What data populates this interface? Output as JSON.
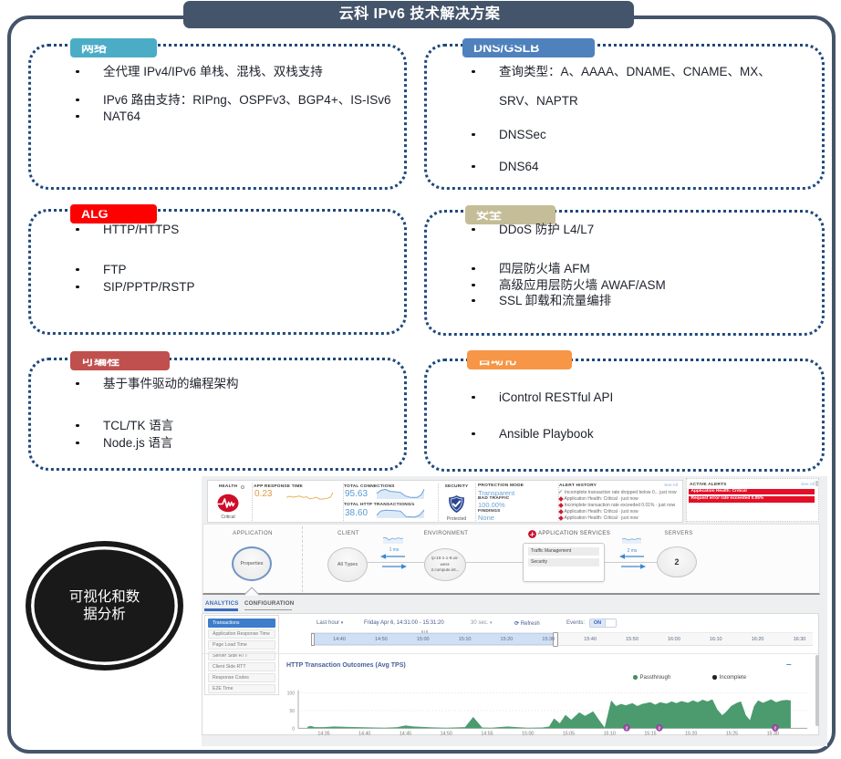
{
  "slide": {
    "title": "云科 IPv6 技术解决方案",
    "ellipse_lines": [
      "可视化和数",
      "据分析"
    ],
    "accent_colors": {
      "frame": "#44546A",
      "box_border": "#1F497D"
    },
    "feature_boxes": [
      {
        "id": "network",
        "label": "网络",
        "color": "#4BACC6",
        "lines": [
          {
            "text": "全代理 IPv4/IPv6 单栈、混栈、双栈支持",
            "bullet": true,
            "top": 23
          },
          {
            "text": "IPv6 路由支持：RIPng、OSPFv3、BGP4+、IS-ISv6",
            "bullet": true,
            "top": 54
          },
          {
            "text": "NAT64",
            "bullet": true,
            "top": 72
          }
        ]
      },
      {
        "id": "dns-gslb",
        "label": "DNS/GSLB",
        "color": "#4F81BD",
        "lines": [
          {
            "text": "查询类型：A、AAAA、DNAME、CNAME、MX、",
            "bullet": true,
            "top": 23
          },
          {
            "text": "SRV、NAPTR",
            "bullet": false,
            "top": 55
          },
          {
            "text": "DNSSec",
            "bullet": true,
            "top": 92
          },
          {
            "text": "DNS64",
            "bullet": true,
            "top": 127
          }
        ]
      },
      {
        "id": "alg",
        "label": "ALG",
        "color": "#FF0000",
        "lines": [
          {
            "text": "HTTP/HTTPS",
            "bullet": true,
            "top": 15
          },
          {
            "text": "FTP",
            "bullet": true,
            "top": 59
          },
          {
            "text": "SIP/PPTP/RSTP",
            "bullet": true,
            "top": 78
          }
        ]
      },
      {
        "id": "security",
        "label": "安全",
        "color": "#C4BD97",
        "lines": [
          {
            "text": "DDoS 防护 L4/L7",
            "bullet": true,
            "top": 14
          },
          {
            "text": "四层防火墙 AFM",
            "bullet": true,
            "top": 57
          },
          {
            "text": "高级应用层防火墙 AWAF/ASM",
            "bullet": true,
            "top": 75
          },
          {
            "text": "SSL 卸载和流量编排",
            "bullet": true,
            "top": 92
          }
        ]
      },
      {
        "id": "programmable",
        "label": "可编程",
        "color": "#C0504D",
        "lines": [
          {
            "text": "基于事件驱动的编程架构",
            "bullet": true,
            "top": 21
          },
          {
            "text": "TCL/TK 语言",
            "bullet": true,
            "top": 67
          },
          {
            "text": "Node.js 语言",
            "bullet": true,
            "top": 86
          }
        ]
      },
      {
        "id": "automation",
        "label": "自动化",
        "color": "#F79646",
        "lines": [
          {
            "text": "iControl RESTful API",
            "bullet": true,
            "top": 35
          },
          {
            "text": "Ansible Playbook",
            "bullet": true,
            "top": 75
          }
        ]
      }
    ]
  },
  "dashboard": {
    "health_card": {
      "label": "HEALTH",
      "status": "Critical"
    },
    "app_response_time": {
      "label": "APP RESPONSE TIME",
      "value": "0.23"
    },
    "total_connections": {
      "label": "TOTAL CONNECTIONS",
      "value": "95.63"
    },
    "total_http_transactions": {
      "label": "TOTAL HTTP TRANSACTIONS/s",
      "value": "38.60"
    },
    "security_card": {
      "label": "SECURITY",
      "status": "Protected"
    },
    "protection": {
      "mode_label": "PROTECTION MODE",
      "mode_value": "Transparent",
      "bad_traffic_label": "BAD TRAFFIC",
      "bad_traffic_value": "100.00%",
      "findings_label": "FINDINGS",
      "findings_value": "None"
    },
    "alert_history": {
      "title": "ALERT HISTORY",
      "see_all": "See All",
      "items": [
        {
          "icon": "check",
          "text": "Incomplete transaction rate dropped below 0... just now"
        },
        {
          "icon": "diamond",
          "text": "Application Health: Critical · just now"
        },
        {
          "icon": "diamond",
          "text": "Incomplete transaction rate exceeded 0.01% · just now"
        },
        {
          "icon": "diamond",
          "text": "Application Health: Critical · just now"
        },
        {
          "icon": "diamond",
          "text": "Application Health: Critical · just now"
        }
      ]
    },
    "active_alerts": {
      "title": "ACTIVE ALERTS",
      "see_all": "See All",
      "items": [
        "Application Health: Critical",
        "Request error rate exceeded 0.05%"
      ]
    },
    "flow": {
      "application": {
        "title": "APPLICATION",
        "node": "Properties"
      },
      "client": {
        "title": "CLIENT",
        "node": "All Types"
      },
      "client_link_latency": "1 ms",
      "environment": {
        "title": "ENVIRONMENT",
        "node_lines": [
          "ip-10-1-1-9.us-",
          "west-",
          "2.compute.int..."
        ]
      },
      "services": {
        "title": "APPLICATION SERVICES",
        "items": [
          "Traffic Management",
          "Security"
        ]
      },
      "server_link_latency": "2 ms",
      "servers": {
        "title": "SERVERS",
        "node": "2"
      }
    },
    "tabs": [
      {
        "label": "ANALYTICS",
        "active": true
      },
      {
        "label": "CONFIGURATION",
        "active": false
      }
    ],
    "sidebar_items": [
      "Transactions",
      "Application Response Time",
      "Page Load Time",
      "Server Side RTT",
      "Client Side RTT",
      "Response Codes",
      "E2E Time"
    ],
    "selected_sidebar_item": "Transactions",
    "time_controls": {
      "range": "Last hour",
      "date_range": "Friday Apr 6, 14:31:00 - 15:31:20",
      "interval": "30 sec.",
      "refresh": "Refresh",
      "events_label": "Events:",
      "events_state": "ON"
    }
  },
  "chart_data": [
    {
      "id": "http-transaction-outcomes",
      "type": "area",
      "title": "HTTP Transaction Outcomes (Avg TPS)",
      "ylim": [
        0,
        100
      ],
      "yticks": [
        0,
        50,
        100
      ],
      "grid": true,
      "legend_position": "top-right",
      "x_tick_labels": [
        "14:35",
        "14:40",
        "14:45",
        "14:50",
        "14:55",
        "15:00",
        "15:05",
        "15:10",
        "15:15",
        "15:20",
        "15:25",
        "15:30"
      ],
      "x_minutes_start": 33,
      "x_minutes_end": 92.2,
      "legend": [
        {
          "name": "Passthrough",
          "color": "#43925f"
        },
        {
          "name": "Incomplete",
          "color": "#222222"
        }
      ],
      "series": [
        {
          "name": "Passthrough",
          "color": "#4b9b6e",
          "points": [
            [
              33,
              4
            ],
            [
              33.4,
              6.5
            ],
            [
              33.9,
              3
            ],
            [
              35,
              3
            ],
            [
              36.2,
              5
            ],
            [
              37.6,
              4
            ],
            [
              40,
              2.5
            ],
            [
              42.5,
              1.5
            ],
            [
              44,
              3
            ],
            [
              45,
              8
            ],
            [
              46,
              5
            ],
            [
              48,
              2.5
            ],
            [
              50,
              1.5
            ],
            [
              52.3,
              3
            ],
            [
              53.3,
              32
            ],
            [
              54.4,
              2
            ],
            [
              55.5,
              1.5
            ],
            [
              57.5,
              5
            ],
            [
              58.7,
              3
            ],
            [
              60,
              1.5
            ],
            [
              61.8,
              2
            ],
            [
              62.6,
              5
            ],
            [
              63.2,
              28
            ],
            [
              63.9,
              14
            ],
            [
              64.6,
              38
            ],
            [
              65.3,
              24
            ],
            [
              66.3,
              45
            ],
            [
              67,
              35
            ],
            [
              68,
              48
            ],
            [
              68.8,
              21
            ],
            [
              69.4,
              2
            ],
            [
              70.2,
              79
            ],
            [
              70.8,
              63
            ],
            [
              71.4,
              69
            ],
            [
              72,
              65
            ],
            [
              72.8,
              71
            ],
            [
              73.4,
              63
            ],
            [
              74,
              69
            ],
            [
              75,
              74
            ],
            [
              75.6,
              67
            ],
            [
              76.2,
              74
            ],
            [
              77,
              70
            ],
            [
              77.6,
              76
            ],
            [
              78.2,
              71
            ],
            [
              78.8,
              77
            ],
            [
              79.6,
              72
            ],
            [
              80.2,
              79
            ],
            [
              80.8,
              74
            ],
            [
              81.4,
              81
            ],
            [
              82,
              76
            ],
            [
              82.6,
              82
            ],
            [
              83.2,
              53
            ],
            [
              83.8,
              37
            ],
            [
              84.3,
              47
            ],
            [
              84.9,
              63
            ],
            [
              85.6,
              72
            ],
            [
              86.1,
              76
            ],
            [
              86.7,
              37
            ],
            [
              87.2,
              23
            ],
            [
              87.7,
              63
            ],
            [
              88.2,
              79
            ],
            [
              88.8,
              72
            ],
            [
              89.2,
              76
            ],
            [
              89.8,
              82
            ],
            [
              90.4,
              74
            ],
            [
              91.1,
              79
            ],
            [
              91.7,
              80
            ],
            [
              92.2,
              79
            ]
          ]
        }
      ],
      "event_markers": [
        {
          "t": 72.1,
          "label": "2"
        },
        {
          "t": 76.1,
          "label": "2"
        },
        {
          "t": 90.3,
          "label": "2"
        }
      ]
    },
    {
      "id": "time-range-slider",
      "type": "range-slider",
      "ticks": [
        "14:40",
        "14:50",
        "15:00",
        "15:10",
        "15:20",
        "15:30",
        "15:40",
        "15:50",
        "16:00",
        "16:10",
        "16:20",
        "16:30"
      ],
      "selection_start": "14:31:00",
      "selection_end": "15:31:20"
    },
    {
      "id": "app-response-time-sparkline",
      "type": "sparkline",
      "color": "#e8b25c",
      "points": [
        [
          0,
          0.52
        ],
        [
          0.07,
          0.42
        ],
        [
          0.14,
          0.5
        ],
        [
          0.2,
          0.46
        ],
        [
          0.28,
          0.4
        ],
        [
          0.36,
          0.52
        ],
        [
          0.44,
          0.47
        ],
        [
          0.5,
          0.66
        ],
        [
          0.57,
          0.6
        ],
        [
          0.64,
          0.5
        ],
        [
          0.72,
          0.68
        ],
        [
          0.8,
          0.66
        ],
        [
          0.88,
          0.6
        ],
        [
          0.95,
          0.5
        ],
        [
          1,
          0.06
        ]
      ]
    },
    {
      "id": "total-connections-sparkline",
      "type": "sparkline",
      "color": "#6f9fd8",
      "points": [
        [
          0,
          0.5
        ],
        [
          0.08,
          0.22
        ],
        [
          0.18,
          0.12
        ],
        [
          0.28,
          0.3
        ],
        [
          0.4,
          0.34
        ],
        [
          0.5,
          0.4
        ],
        [
          0.6,
          0.72
        ],
        [
          0.72,
          0.86
        ],
        [
          0.85,
          0.86
        ],
        [
          0.94,
          0.62
        ],
        [
          1,
          0.12
        ]
      ]
    },
    {
      "id": "total-http-sparkline",
      "type": "sparkline",
      "color": "#6f9fd8",
      "points": [
        [
          0,
          0.72
        ],
        [
          0.08,
          0.3
        ],
        [
          0.18,
          0.2
        ],
        [
          0.35,
          0.24
        ],
        [
          0.5,
          0.3
        ],
        [
          0.62,
          0.85
        ],
        [
          0.8,
          0.9
        ],
        [
          0.9,
          0.72
        ],
        [
          1,
          0.18
        ]
      ]
    },
    {
      "id": "client-link-sparkline",
      "type": "sparkline",
      "color": "#7aa7d9",
      "points": [
        [
          0,
          0.3
        ],
        [
          0.14,
          0.26
        ],
        [
          0.3,
          0.55
        ],
        [
          0.45,
          0.32
        ],
        [
          0.6,
          0.45
        ],
        [
          0.75,
          0.28
        ],
        [
          0.9,
          0.4
        ],
        [
          1,
          0.32
        ]
      ]
    },
    {
      "id": "server-link-sparkline",
      "type": "sparkline",
      "color": "#7aa7d9",
      "points": [
        [
          0,
          0.35
        ],
        [
          0.16,
          0.3
        ],
        [
          0.33,
          0.5
        ],
        [
          0.5,
          0.35
        ],
        [
          0.66,
          0.42
        ],
        [
          0.82,
          0.3
        ],
        [
          1,
          0.38
        ]
      ]
    }
  ]
}
